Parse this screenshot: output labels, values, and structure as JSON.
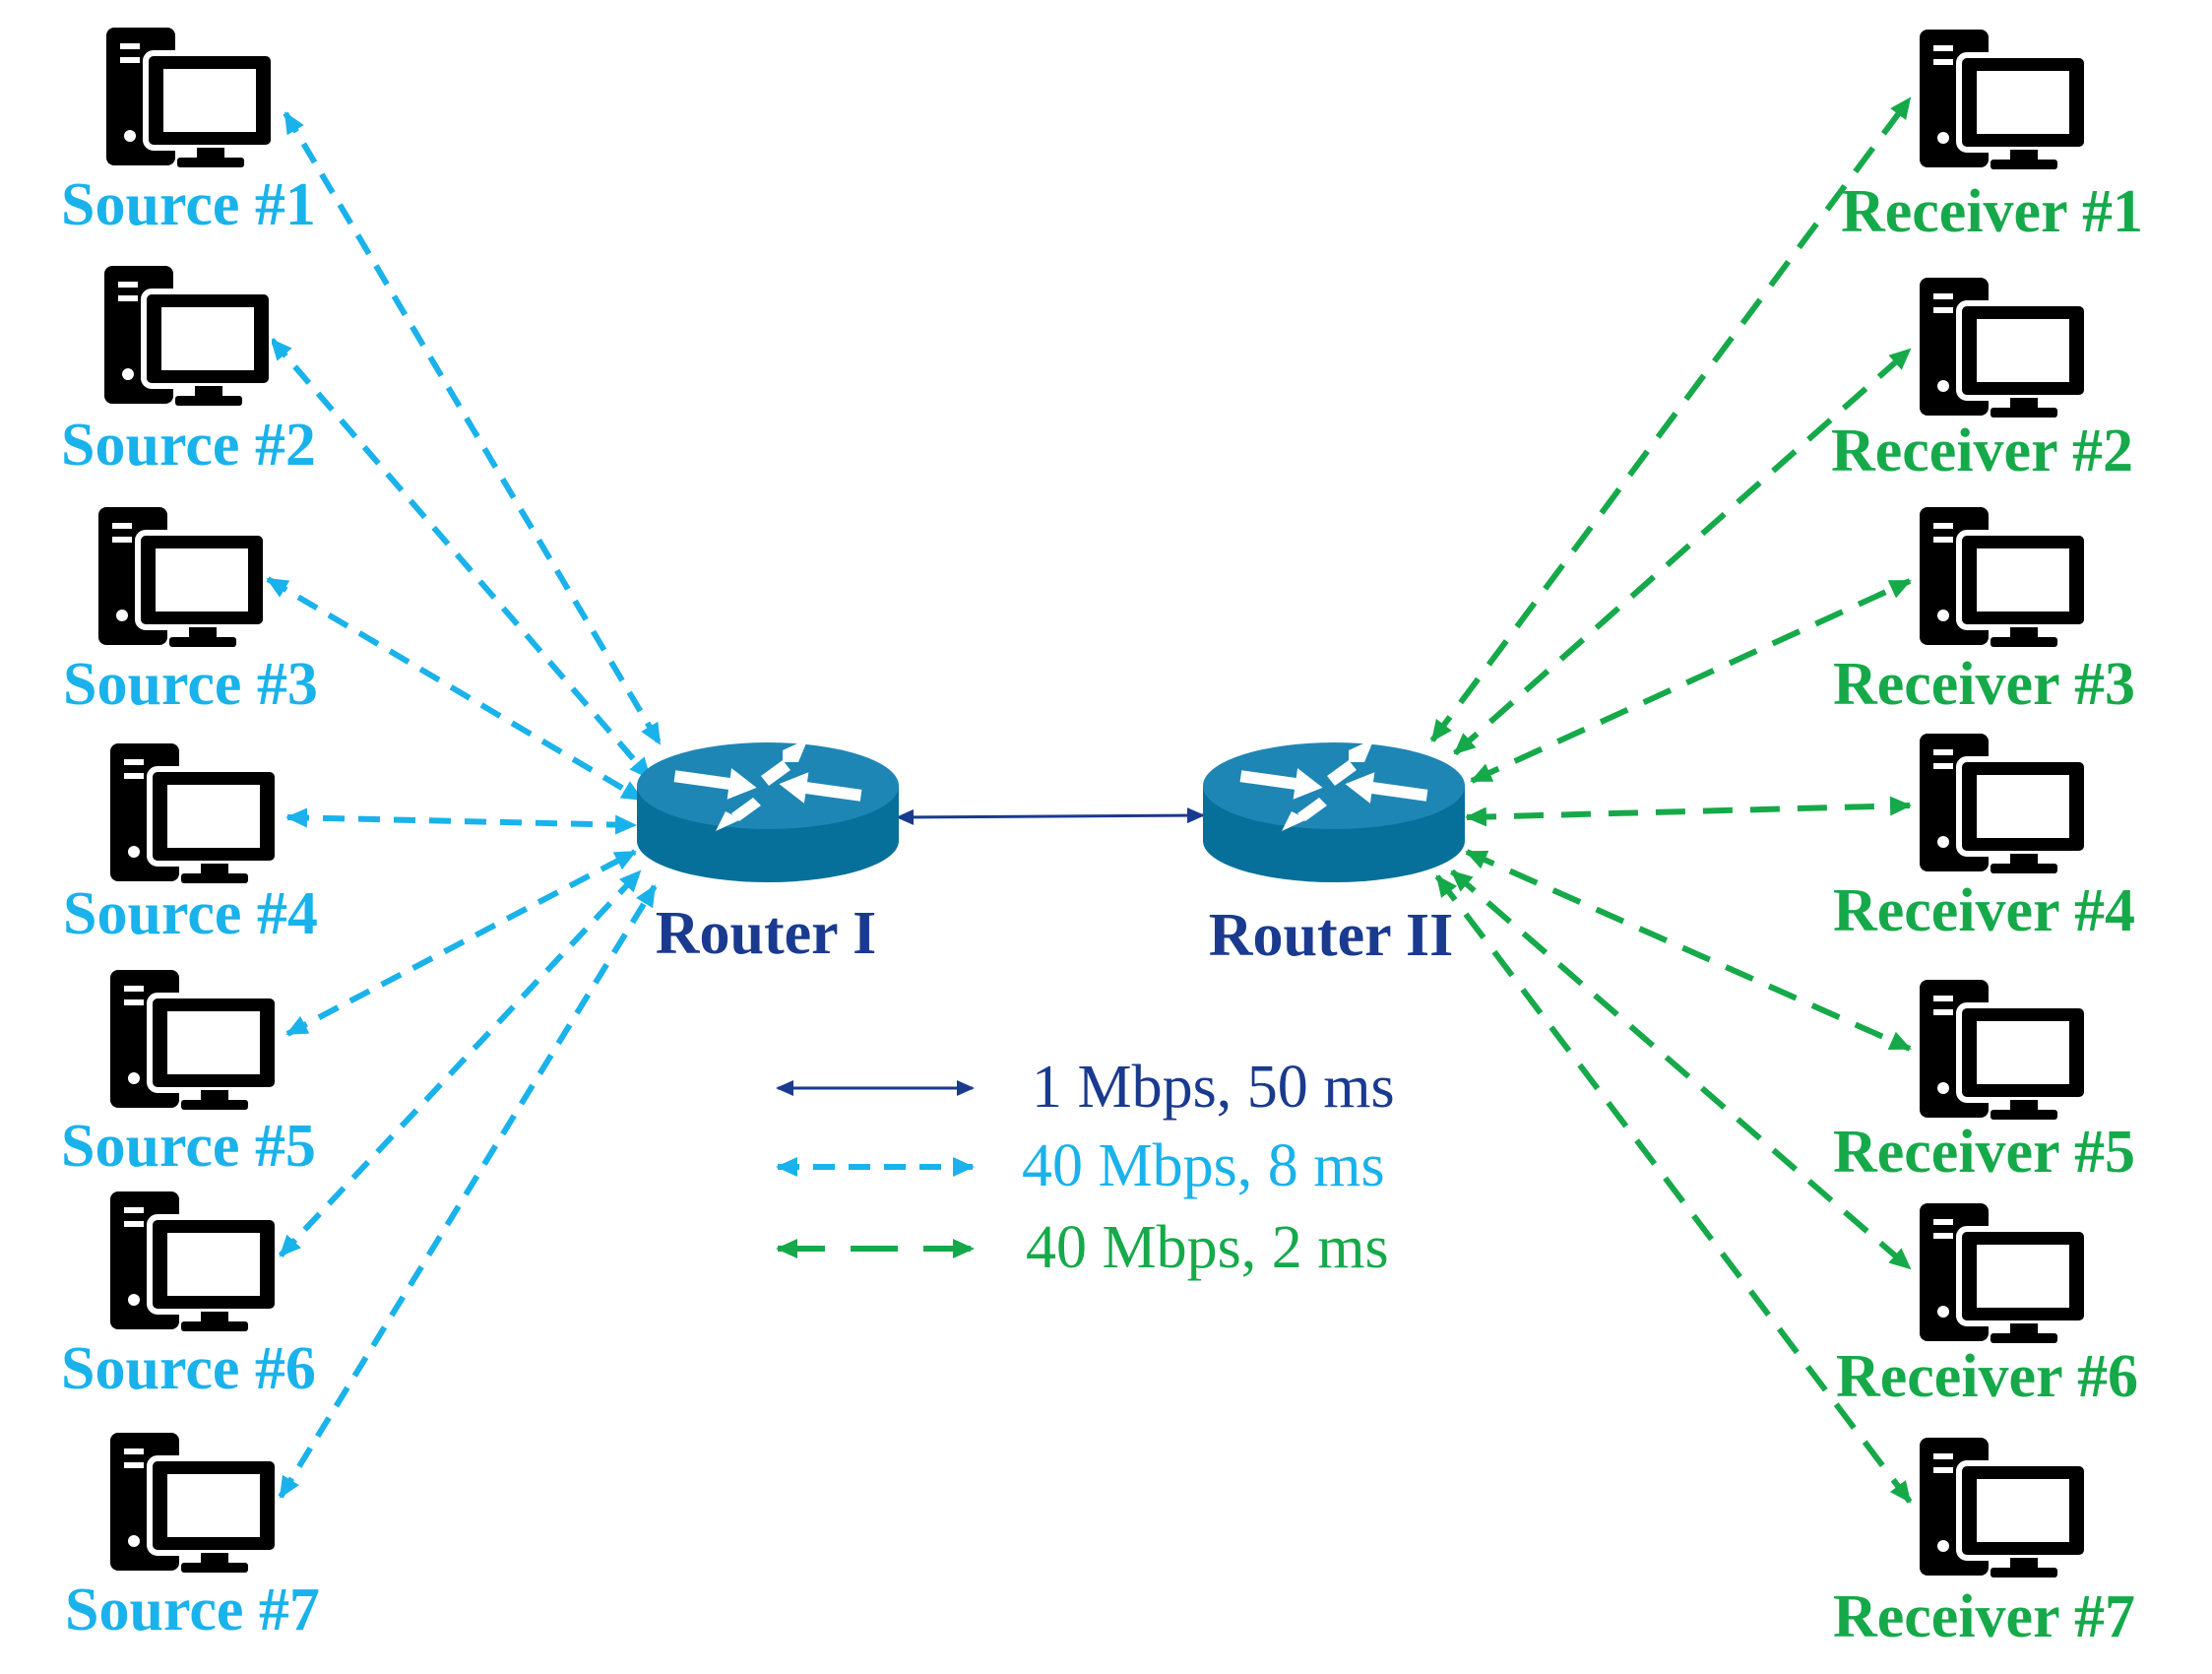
{
  "colors": {
    "source": "#1ab2ea",
    "receiver": "#16a94a",
    "backbone": "#1a3a8f",
    "router_body": "#06709a",
    "router_top": "#1e86b4",
    "computer": "#000000"
  },
  "sources": [
    {
      "label": "Source #1"
    },
    {
      "label": "Source #2"
    },
    {
      "label": "Source #3"
    },
    {
      "label": "Source #4"
    },
    {
      "label": "Source #5"
    },
    {
      "label": "Source #6"
    },
    {
      "label": "Source #7"
    }
  ],
  "receivers": [
    {
      "label": "Receiver #1"
    },
    {
      "label": "Receiver #2"
    },
    {
      "label": "Receiver #3"
    },
    {
      "label": "Receiver #4"
    },
    {
      "label": "Receiver #5"
    },
    {
      "label": "Receiver #6"
    },
    {
      "label": "Receiver #7"
    }
  ],
  "routers": {
    "left": {
      "label": "Router I"
    },
    "right": {
      "label": "Router II"
    }
  },
  "legend": [
    {
      "text": "1 Mbps, 50 ms",
      "style": "solid",
      "color": "#1a3a8f"
    },
    {
      "text": "40 Mbps, 8 ms",
      "style": "dashed",
      "color": "#1ab2ea"
    },
    {
      "text": "40 Mbps, 2 ms",
      "style": "long-dashed",
      "color": "#16a94a"
    }
  ],
  "icons": {
    "host": "desktop-computer-icon",
    "router": "router-icon"
  }
}
